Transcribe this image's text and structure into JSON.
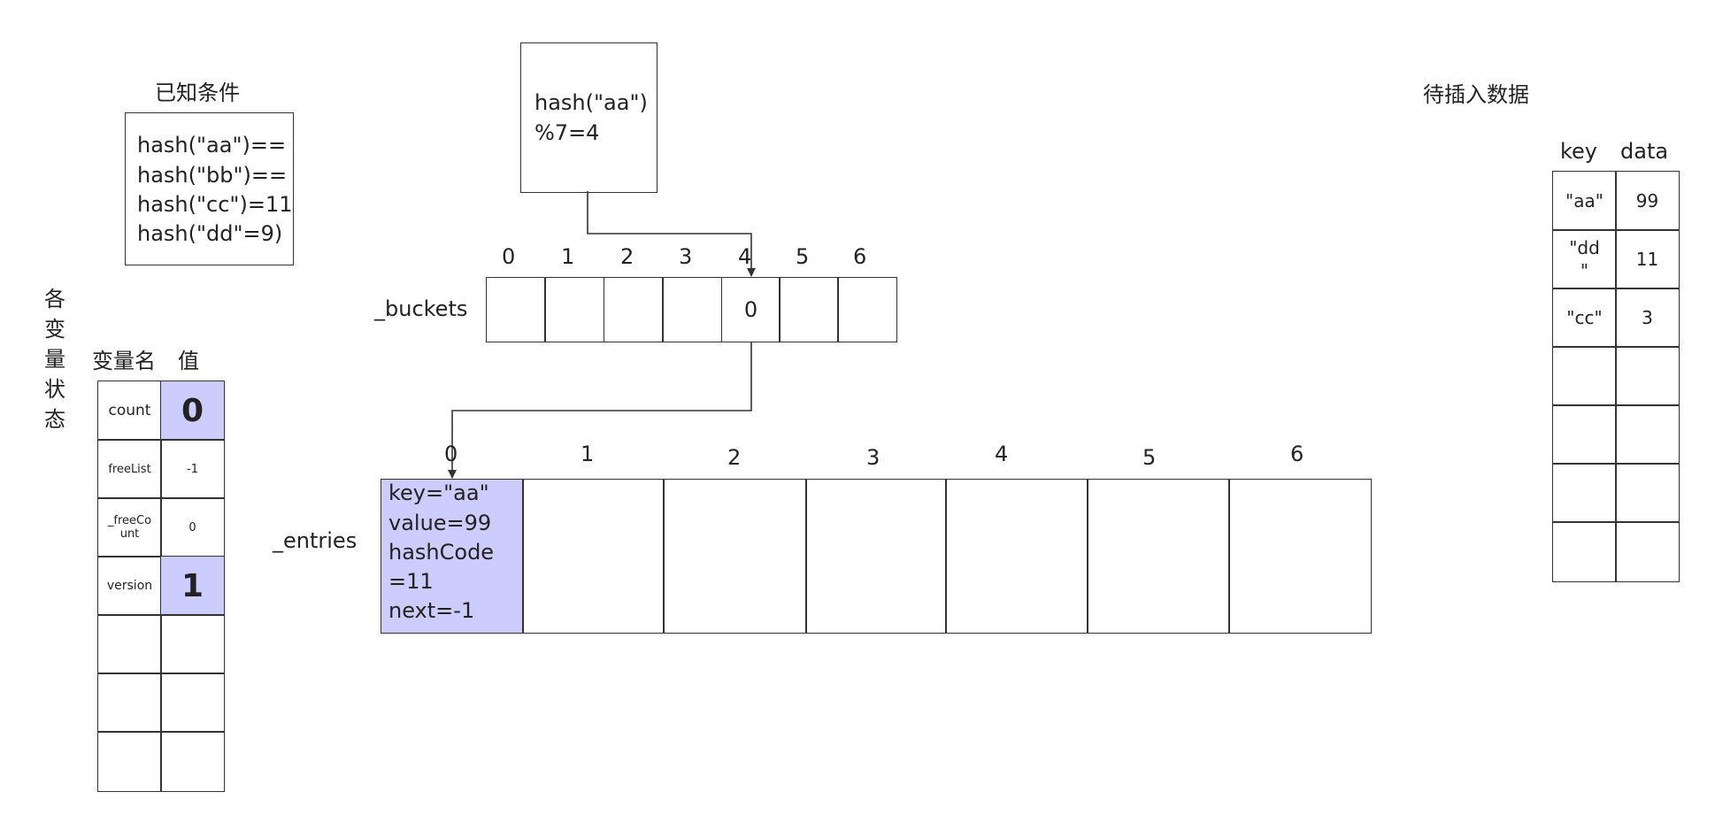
{
  "known": {
    "title": "已知条件",
    "lines": [
      "hash(\"aa\")==",
      "hash(\"bb\")==",
      "hash(\"cc\")=11",
      "hash(\"dd\"=9)"
    ]
  },
  "hash_box": {
    "line1": "hash(\"aa\")",
    "line2": "%7=4"
  },
  "buckets": {
    "label": "_buckets",
    "indices": [
      "0",
      "1",
      "2",
      "3",
      "4",
      "5",
      "6"
    ],
    "values": [
      "",
      "",
      "",
      "",
      "0",
      "",
      ""
    ]
  },
  "entries": {
    "label": "_entries",
    "indices": [
      "0",
      "1",
      "2",
      "3",
      "4",
      "5",
      "6"
    ],
    "entry0": [
      "key=\"aa\"",
      "value=99",
      "hashCode",
      "=11",
      "next=-1"
    ]
  },
  "vars": {
    "side_title": [
      "各",
      "变",
      "量",
      "状",
      "态"
    ],
    "col_name": "变量名",
    "col_value": "值",
    "rows": [
      {
        "name": "count",
        "value": "0",
        "highlight": true
      },
      {
        "name": "freeList",
        "value": "-1",
        "highlight": false
      },
      {
        "name": "_freeCo unt",
        "value": "0",
        "highlight": false
      },
      {
        "name": "version",
        "value": "1",
        "highlight": true
      },
      {
        "name": "",
        "value": "",
        "highlight": false
      },
      {
        "name": "",
        "value": "",
        "highlight": false
      },
      {
        "name": "",
        "value": "",
        "highlight": false
      }
    ]
  },
  "insert": {
    "title": "待插入数据",
    "col_key": "key",
    "col_data": "data",
    "rows": [
      {
        "key": "\"aa\"",
        "data": "99"
      },
      {
        "key": "\"dd \"",
        "data": "11"
      },
      {
        "key": "\"cc\"",
        "data": "3"
      },
      {
        "key": "",
        "data": ""
      },
      {
        "key": "",
        "data": ""
      },
      {
        "key": "",
        "data": ""
      },
      {
        "key": "",
        "data": ""
      }
    ]
  },
  "colors": {
    "highlight": "#ccccff",
    "stroke": "#333333"
  }
}
